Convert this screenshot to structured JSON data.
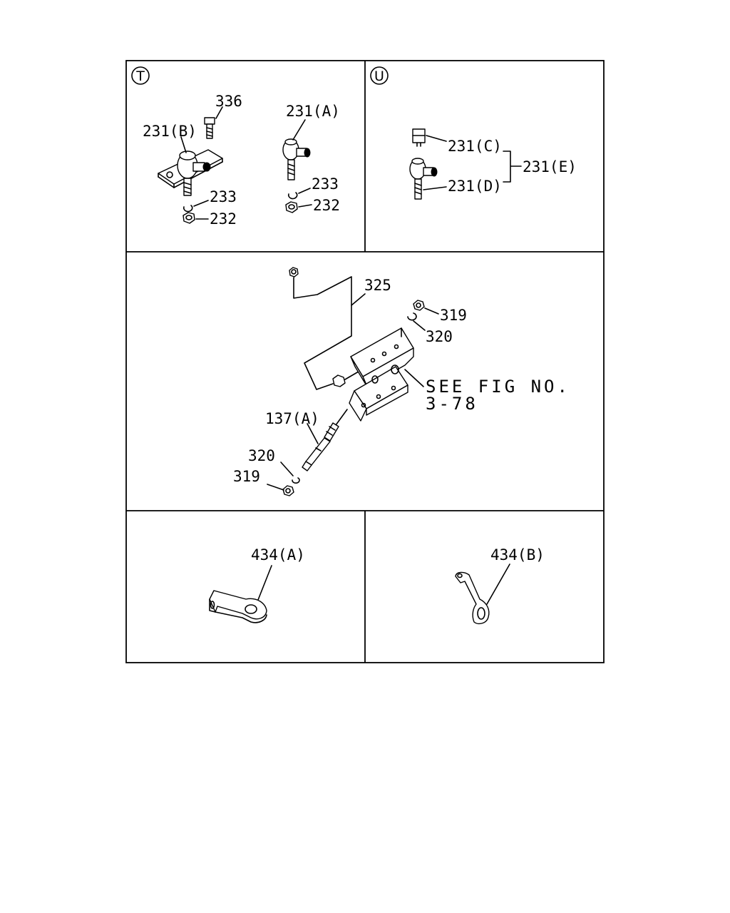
{
  "panels": {
    "t": {
      "marker": "T",
      "labels": {
        "p336": "336",
        "p231b": "231(B)",
        "p231a": "231(A)",
        "p233_left": "233",
        "p232_left": "232",
        "p233_right": "233",
        "p232_right": "232"
      }
    },
    "u": {
      "marker": "U",
      "labels": {
        "p231c": "231(C)",
        "p231d": "231(D)",
        "p231e": "231(E)"
      }
    },
    "middle": {
      "labels": {
        "p325": "325",
        "p319_top": "319",
        "p320_top": "320",
        "see_fig_line1": "SEE FIG NO.",
        "see_fig_line2": "3-78",
        "p137a": "137(A)",
        "p320_bottom": "320",
        "p319_bottom": "319"
      }
    },
    "bottom_left": {
      "labels": {
        "p434a": "434(A)"
      }
    },
    "bottom_right": {
      "labels": {
        "p434b": "434(B)"
      }
    }
  }
}
